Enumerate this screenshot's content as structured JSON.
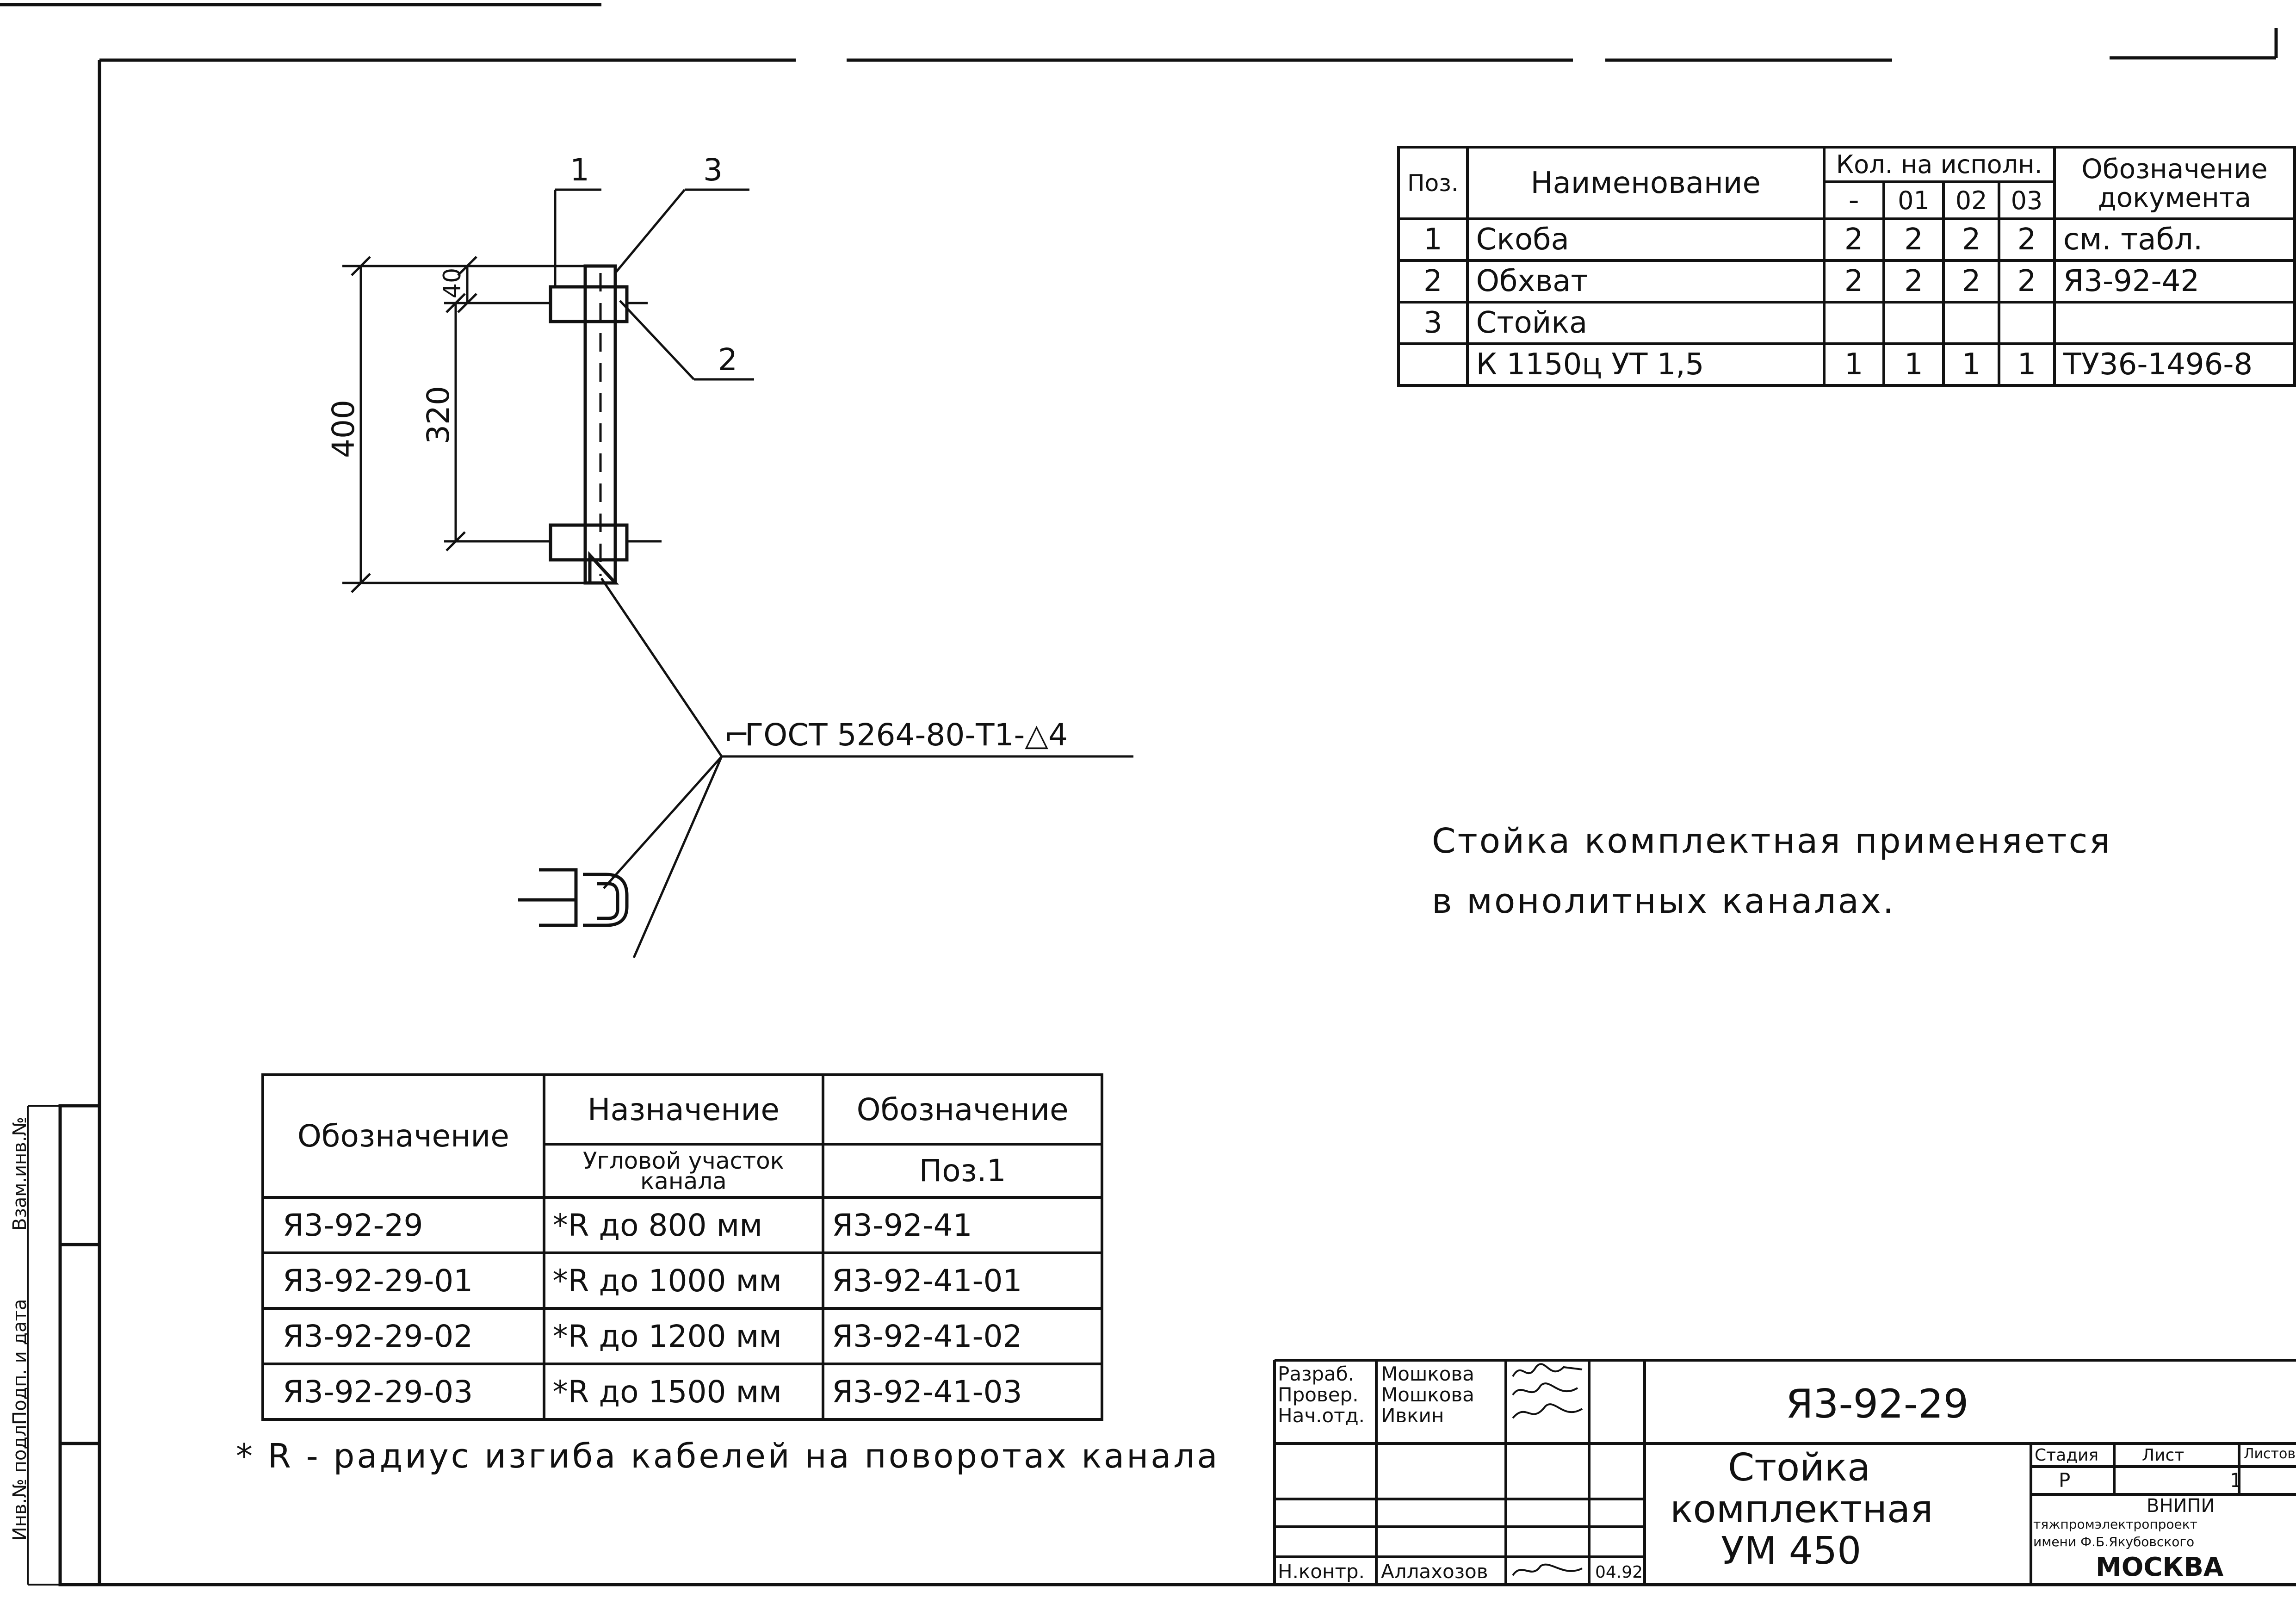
{
  "drawing": {
    "callouts": [
      "1",
      "3",
      "2"
    ],
    "dims": {
      "overall": "400",
      "spacing": "320",
      "top": "40"
    },
    "weld_note": "ГОСТ 5264-80-Т1-△4"
  },
  "spec": {
    "headers": {
      "pos": "Поз.",
      "name": "Наименование",
      "qty": "Кол. на исполн.",
      "doc": "Обозначение документа",
      "variants": [
        "-",
        "01",
        "02",
        "03"
      ]
    },
    "rows": [
      {
        "pos": "1",
        "name": "Скоба",
        "q": [
          "2",
          "2",
          "2",
          "2"
        ],
        "doc": "см. табл."
      },
      {
        "pos": "2",
        "name": "Обхват",
        "q": [
          "2",
          "2",
          "2",
          "2"
        ],
        "doc": "Я3-92-42"
      },
      {
        "pos": "3",
        "name": "Стойка",
        "q": [
          "",
          "",
          "",
          ""
        ],
        "doc": ""
      },
      {
        "pos": "",
        "name": "К 1150ц  УТ 1,5",
        "q": [
          "1",
          "1",
          "1",
          "1"
        ],
        "doc": "ТУ36-1496-8"
      }
    ]
  },
  "note": {
    "line1": "Стойка комплектная применяется",
    "line2": "в монолитных каналах."
  },
  "variants_table": {
    "h_designation": "Обозначение",
    "h_purpose": "Назначение",
    "h_purpose_sub": "Угловой участок канала",
    "h_pos": "Обозначение",
    "h_pos_sub": "Поз.1",
    "rows": [
      {
        "d": "Я3-92-29",
        "p": "*R до 800 мм",
        "pos": "Я3-92-41"
      },
      {
        "d": "Я3-92-29-01",
        "p": "*R до 1000 мм",
        "pos": "Я3-92-41-01"
      },
      {
        "d": "Я3-92-29-02",
        "p": "*R до 1200 мм",
        "pos": "Я3-92-41-02"
      },
      {
        "d": "Я3-92-29-03",
        "p": "*R до 1500 мм",
        "pos": "Я3-92-41-03"
      }
    ],
    "footnote": "* R - радиус изгиба кабелей на поворотах канала"
  },
  "title_block": {
    "code": "Я3-92-29",
    "title_lines": [
      "Стойка",
      "комплектная",
      "УМ 450"
    ],
    "roles": [
      {
        "role": "Разраб.",
        "name": "Мошкова"
      },
      {
        "role": "Провер.",
        "name": "Мошкова"
      },
      {
        "role": "Нач.отд.",
        "name": "Ивкин"
      },
      {
        "role": "Н.контр.",
        "name": "Аллахозов"
      }
    ],
    "date": "04.92",
    "stage_label": "Стадия",
    "sheet_label": "Лист",
    "sheets_label": "Листов",
    "stage": "Р",
    "sheet": "1",
    "org": [
      "ВНИПИ",
      "тяжпромэлектропроект",
      "имени Ф.Б.Якубовского",
      "МОСКВА"
    ]
  },
  "side_stamp": [
    "Инв.№ подл.",
    "Подп. и дата",
    "Взам.инв.№"
  ]
}
